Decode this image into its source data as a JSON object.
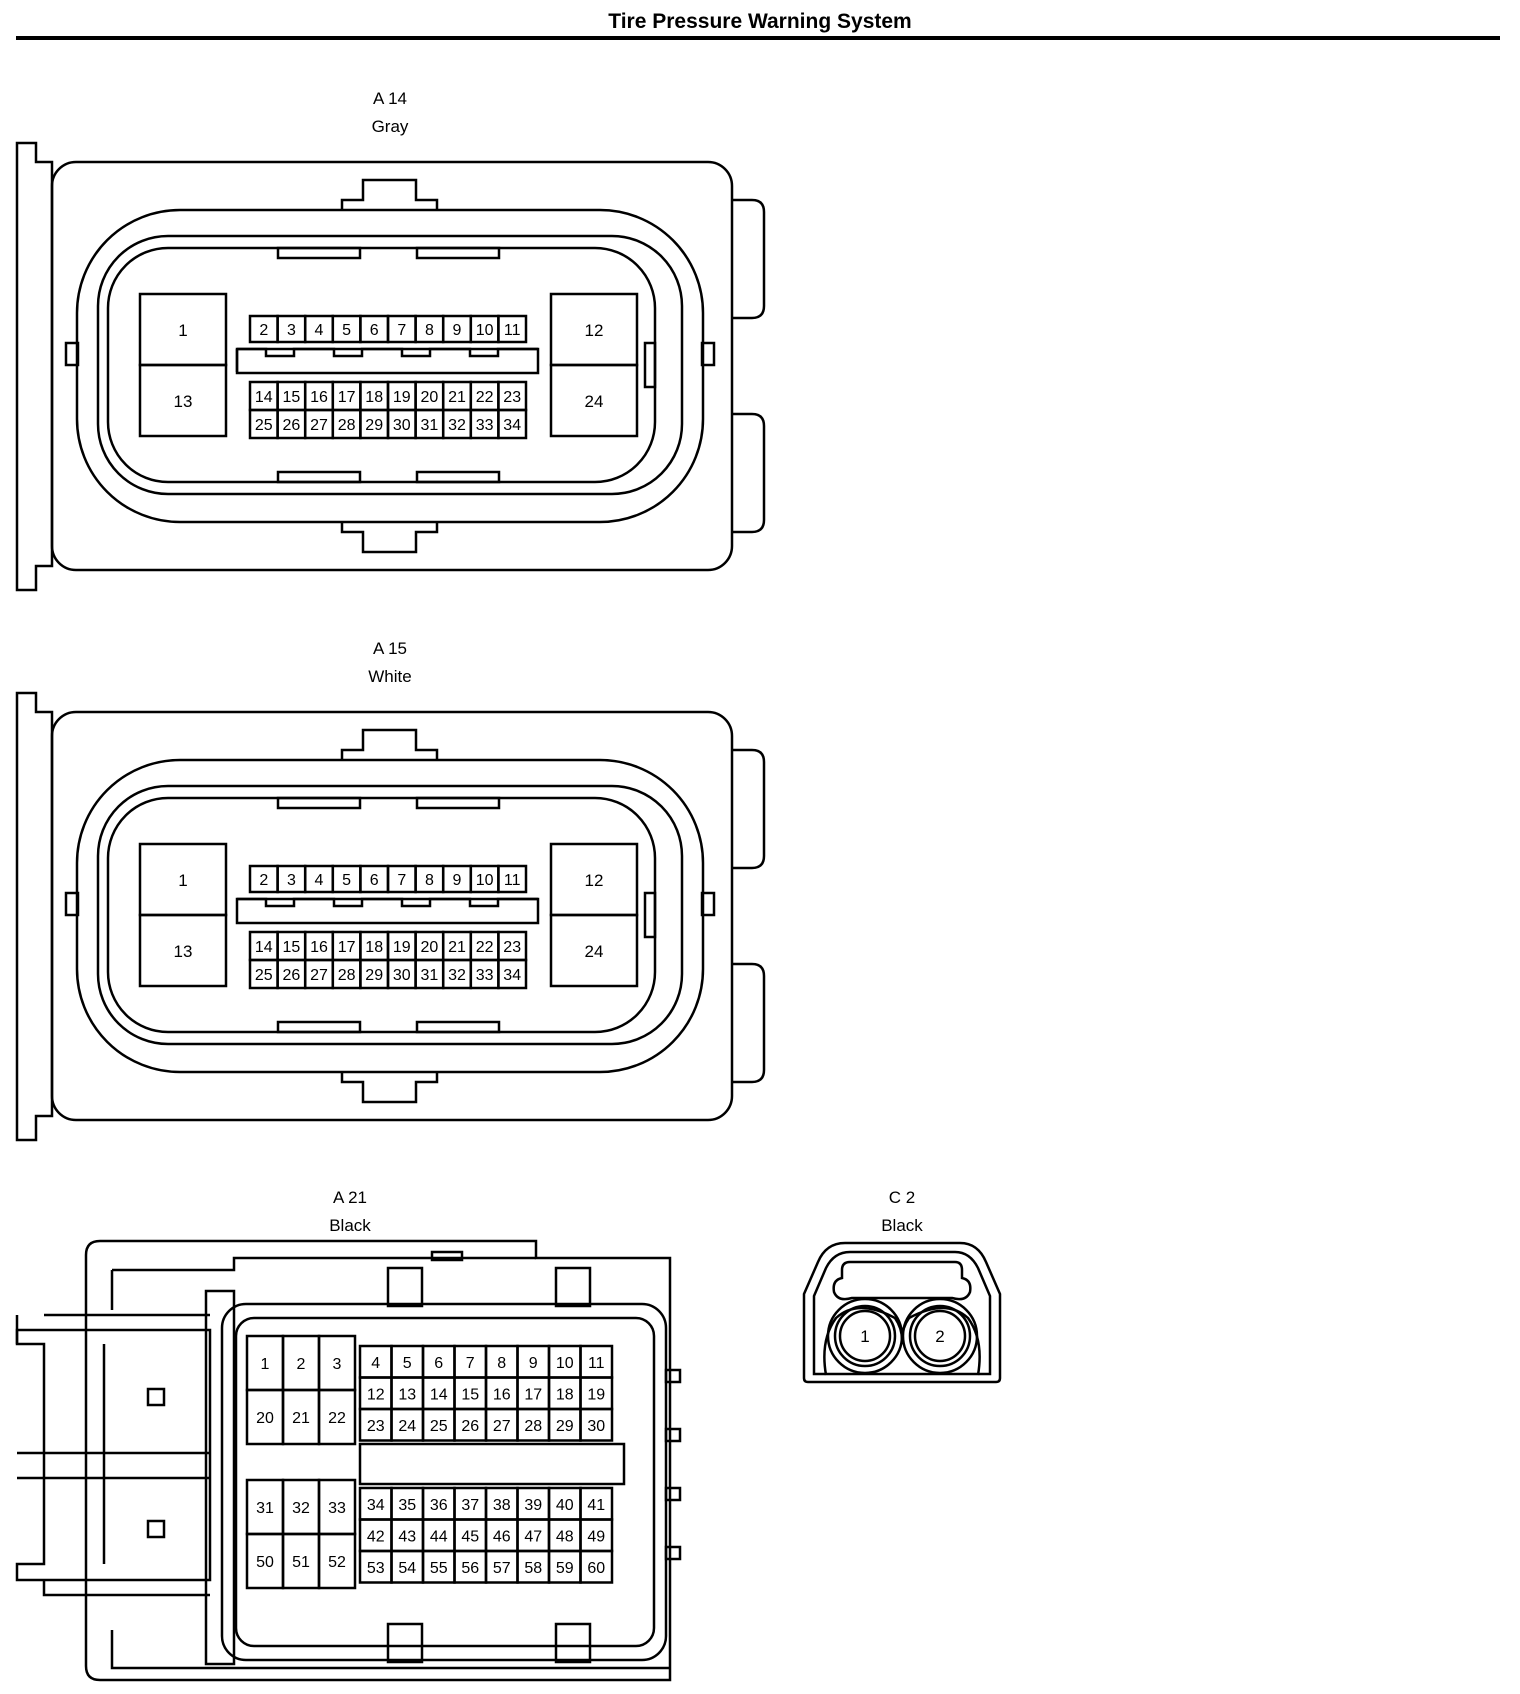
{
  "title": "Tire Pressure Warning System",
  "connectors": {
    "a14": {
      "id": "A 14",
      "color": "Gray",
      "big_pins": [
        "1",
        "13",
        "12",
        "24"
      ],
      "row_top": [
        "2",
        "3",
        "4",
        "5",
        "6",
        "7",
        "8",
        "9",
        "10",
        "11"
      ],
      "row_mid": [
        "14",
        "15",
        "16",
        "17",
        "18",
        "19",
        "20",
        "21",
        "22",
        "23"
      ],
      "row_bot": [
        "25",
        "26",
        "27",
        "28",
        "29",
        "30",
        "31",
        "32",
        "33",
        "34"
      ]
    },
    "a15": {
      "id": "A 15",
      "color": "White",
      "big_pins": [
        "1",
        "13",
        "12",
        "24"
      ],
      "row_top": [
        "2",
        "3",
        "4",
        "5",
        "6",
        "7",
        "8",
        "9",
        "10",
        "11"
      ],
      "row_mid": [
        "14",
        "15",
        "16",
        "17",
        "18",
        "19",
        "20",
        "21",
        "22",
        "23"
      ],
      "row_bot": [
        "25",
        "26",
        "27",
        "28",
        "29",
        "30",
        "31",
        "32",
        "33",
        "34"
      ]
    },
    "a21": {
      "id": "A 21",
      "color": "Black",
      "left_upper": [
        [
          "1",
          "2",
          "3"
        ],
        [
          "20",
          "21",
          "22"
        ]
      ],
      "left_lower": [
        [
          "31",
          "32",
          "33"
        ],
        [
          "50",
          "51",
          "52"
        ]
      ],
      "right_upper": [
        [
          "4",
          "5",
          "6",
          "7",
          "8",
          "9",
          "10",
          "11"
        ],
        [
          "12",
          "13",
          "14",
          "15",
          "16",
          "17",
          "18",
          "19"
        ],
        [
          "23",
          "24",
          "25",
          "26",
          "27",
          "28",
          "29",
          "30"
        ]
      ],
      "right_lower": [
        [
          "34",
          "35",
          "36",
          "37",
          "38",
          "39",
          "40",
          "41"
        ],
        [
          "42",
          "43",
          "44",
          "45",
          "46",
          "47",
          "48",
          "49"
        ],
        [
          "53",
          "54",
          "55",
          "56",
          "57",
          "58",
          "59",
          "60"
        ]
      ]
    },
    "c2": {
      "id": "C 2",
      "color": "Black",
      "pins": [
        "1",
        "2"
      ]
    }
  }
}
